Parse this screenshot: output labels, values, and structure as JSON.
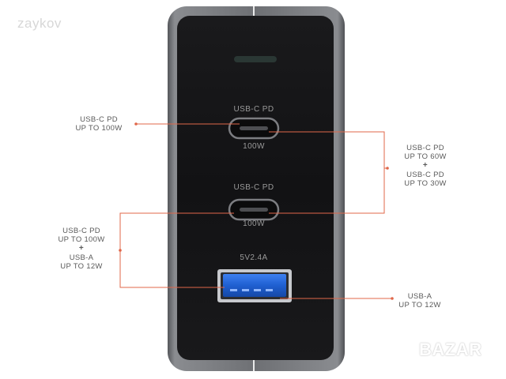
{
  "watermarks": {
    "top": "zaykov",
    "bottom": "BAZAR"
  },
  "device_ports": [
    {
      "label": "USB-C PD",
      "rating": "100W"
    },
    {
      "label": "USB-C PD",
      "rating": "100W"
    },
    {
      "label": "5V2.4A"
    }
  ],
  "callouts": {
    "left_top": {
      "type": "USB-C PD",
      "power": "UP TO 100W"
    },
    "left_bottom": {
      "type1": "USB-C PD",
      "power1": "UP TO 100W",
      "plus": "+",
      "type2": "USB-A",
      "power2": "UP TO 12W"
    },
    "right_top": {
      "type1": "USB-C PD",
      "power1": "UP TO 60W",
      "plus": "+",
      "type2": "USB-C PD",
      "power2": "UP TO 30W"
    },
    "right_bottom": {
      "type": "USB-A",
      "power": "UP TO 12W"
    }
  },
  "colors": {
    "leader_line": "#e0674a",
    "usb_a_blue": "#1f5fd1",
    "chassis": "#707276",
    "face": "#141416"
  }
}
